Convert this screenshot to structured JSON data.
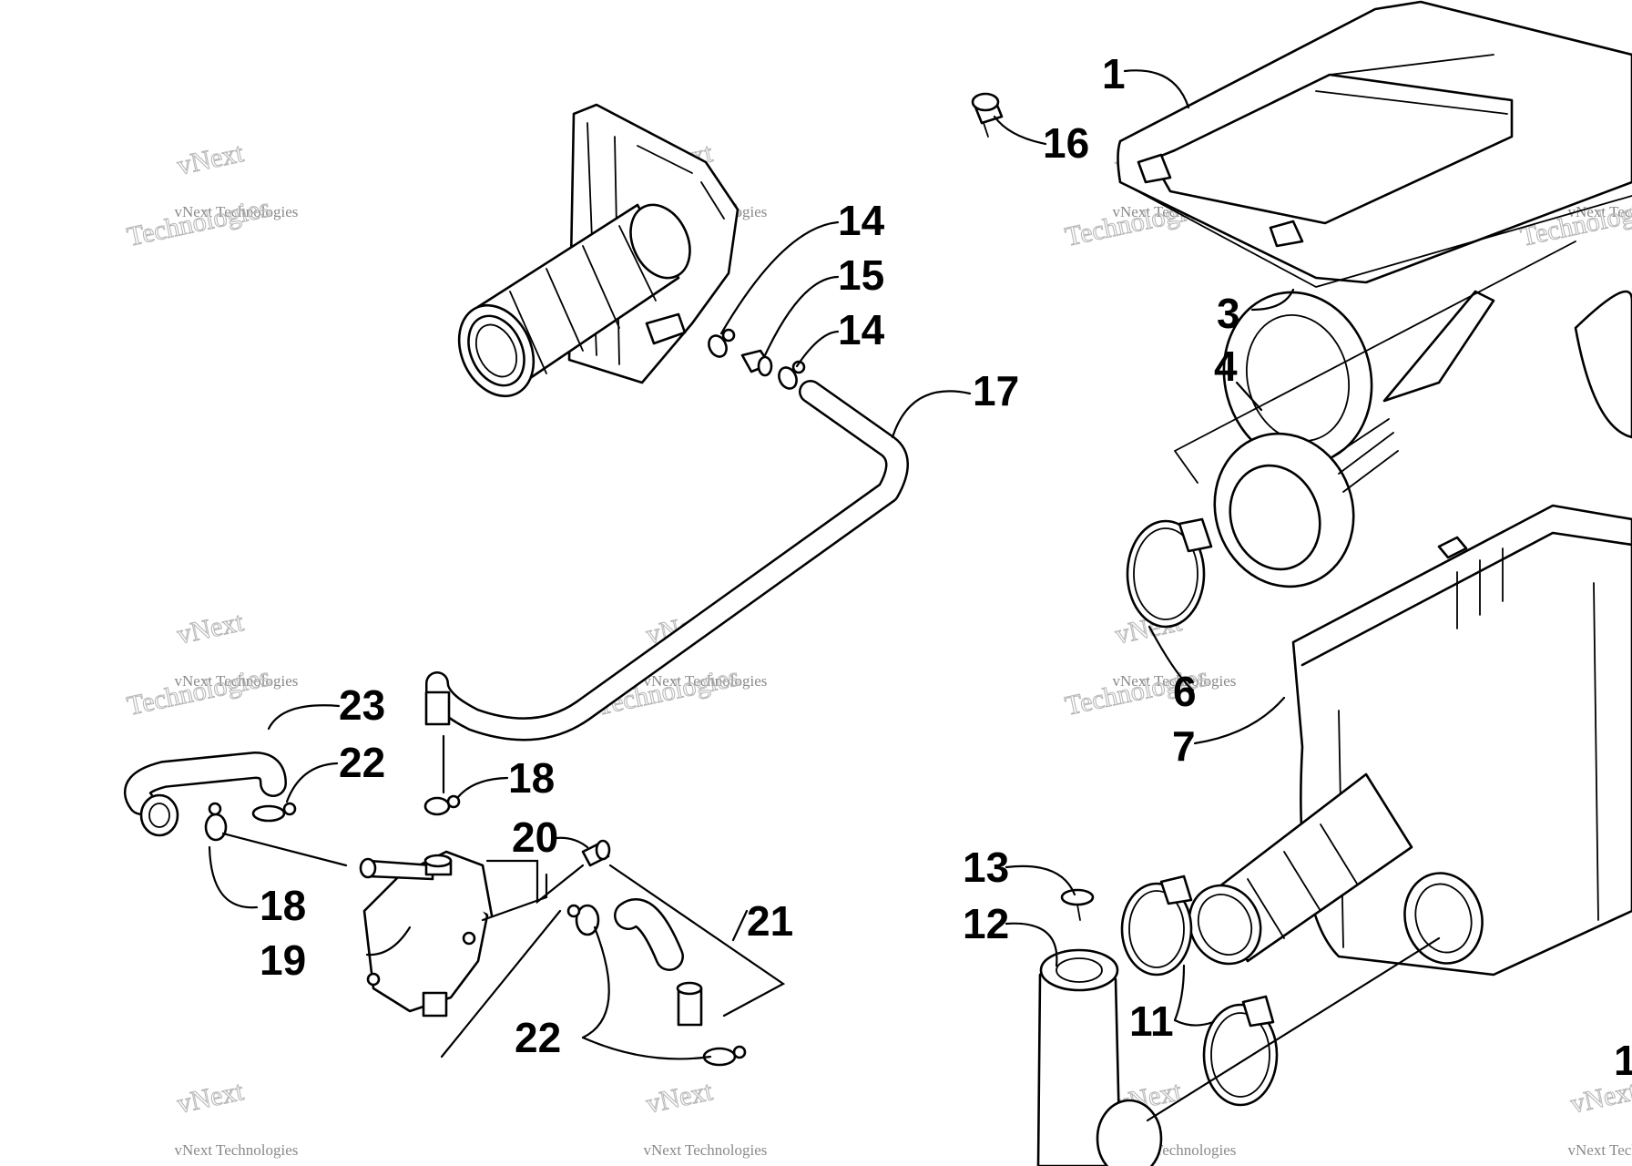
{
  "diagram": {
    "callouts": [
      {
        "id": "c1",
        "text": "1"
      },
      {
        "id": "c16",
        "text": "16"
      },
      {
        "id": "c3",
        "text": "3"
      },
      {
        "id": "c4",
        "text": "4"
      },
      {
        "id": "c6",
        "text": "6"
      },
      {
        "id": "c7",
        "text": "7"
      },
      {
        "id": "c14a",
        "text": "14"
      },
      {
        "id": "c15",
        "text": "15"
      },
      {
        "id": "c14b",
        "text": "14"
      },
      {
        "id": "c17",
        "text": "17"
      },
      {
        "id": "c23",
        "text": "23"
      },
      {
        "id": "c22a",
        "text": "22"
      },
      {
        "id": "c18a",
        "text": "18"
      },
      {
        "id": "c18b",
        "text": "18"
      },
      {
        "id": "c20",
        "text": "20"
      },
      {
        "id": "c19",
        "text": "19"
      },
      {
        "id": "c21",
        "text": "21"
      },
      {
        "id": "c22b",
        "text": "22"
      },
      {
        "id": "c13",
        "text": "13"
      },
      {
        "id": "c12",
        "text": "12"
      },
      {
        "id": "c11",
        "text": "11"
      },
      {
        "id": "c1edge",
        "text": "1"
      }
    ],
    "watermark": {
      "line1": "vNext",
      "line2": "vNext Technologies",
      "line3": "Technologies"
    }
  }
}
